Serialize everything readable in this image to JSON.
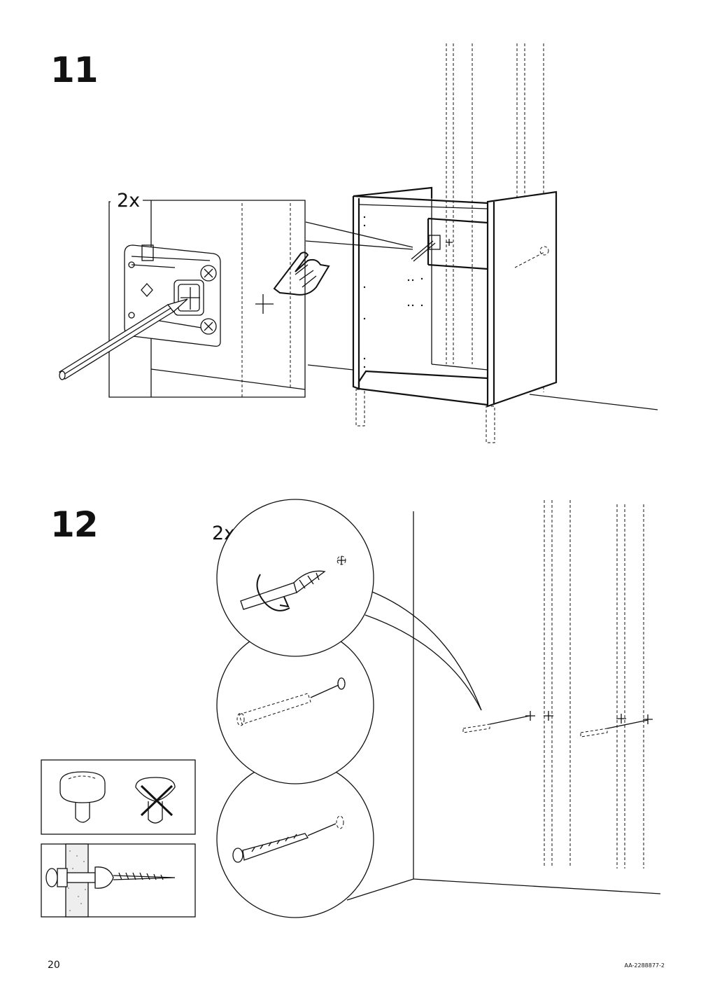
{
  "page": {
    "number": "20",
    "document_code": "AA-2288877-2"
  },
  "steps": [
    {
      "number": "11",
      "quantity_label": "2x"
    },
    {
      "number": "12",
      "quantity_label": "2x"
    }
  ],
  "icons": [
    "pencil-icon",
    "hand-pointing-icon",
    "drill-bit-icon",
    "wall-plug-icon",
    "screw-icon",
    "screw-head-ok-icon",
    "screw-head-wrong-icon",
    "wall-anchor-section-icon"
  ]
}
